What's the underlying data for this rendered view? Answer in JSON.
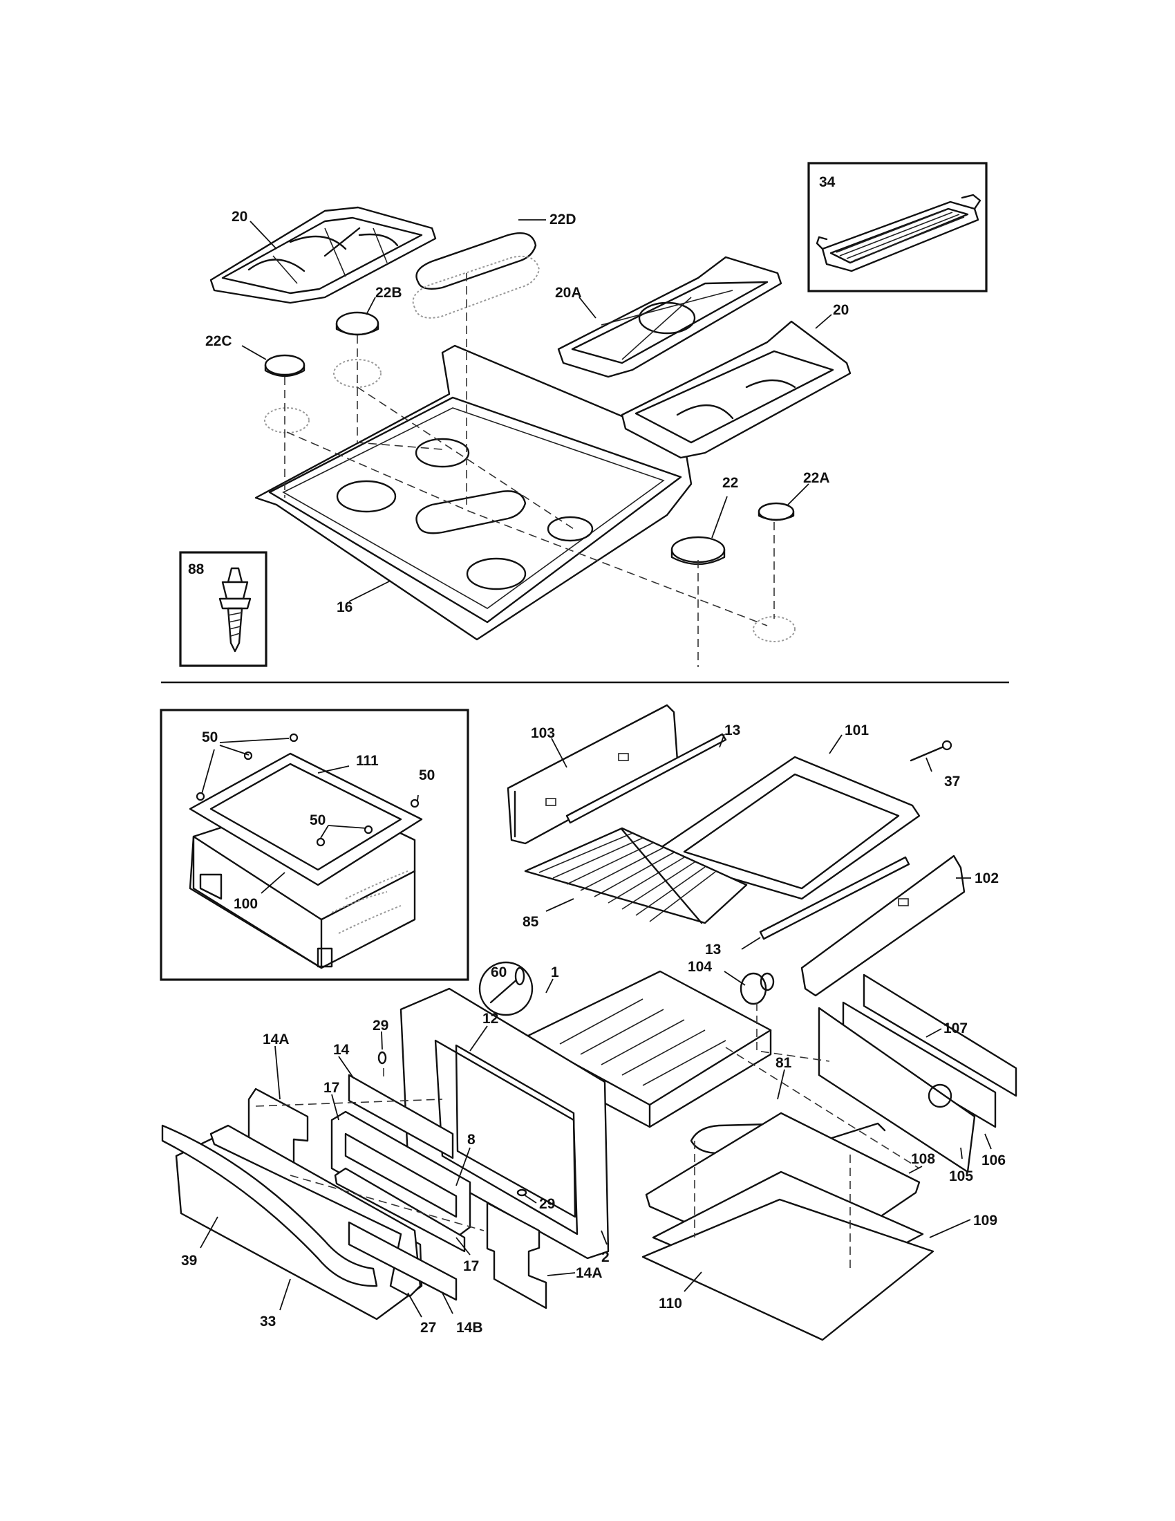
{
  "labels": {
    "grate_left": "20",
    "cap_22d": "22D",
    "cap_22b": "22B",
    "cap_22c": "22C",
    "grate_20a": "20A",
    "grate_right": "20",
    "griddle": "34",
    "cap_22": "22",
    "cap_22a": "22A",
    "screw_88": "88",
    "cooktop": "16",
    "screw_50a": "50",
    "screw_50b": "50",
    "screw_50c": "50",
    "panel_111": "111",
    "drawer_100": "100",
    "side_103": "103",
    "rail_13_top": "13",
    "top_101": "101",
    "sensor_37": "37",
    "side_102": "102",
    "rack_85": "85",
    "rail_13_bottom": "13",
    "bolt_60": "60",
    "knob_104": "104",
    "liner_1": "1",
    "screw_29_top": "29",
    "gasket_12": "12",
    "insul_14a_left": "14A",
    "insul_14": "14",
    "bracket_17_left": "17",
    "part_8": "8",
    "element_81": "81",
    "back_107": "107",
    "back_106": "106",
    "back_105": "105",
    "bottom_108": "108",
    "screw_29_bottom": "29",
    "door_2": "2",
    "bottom_109": "109",
    "handle_39": "39",
    "bracket_17_right": "17",
    "insul_14a_right": "14A",
    "panel_110": "110",
    "door_front_33": "33",
    "trim_27": "27",
    "insul_14b": "14B"
  }
}
